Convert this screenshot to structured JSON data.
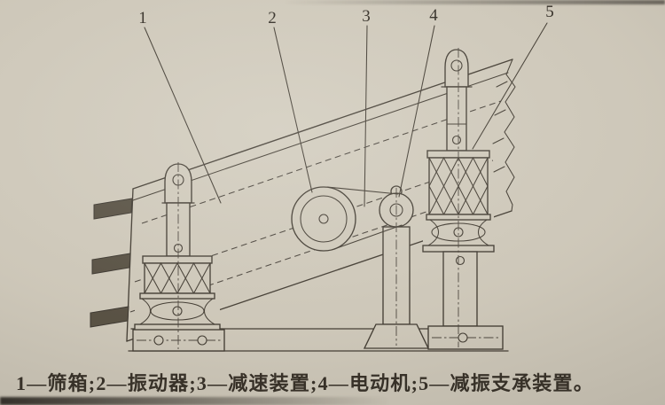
{
  "figure": {
    "part_labels": [
      {
        "num": "1",
        "term": "筛箱"
      },
      {
        "num": "2",
        "term": "振动器"
      },
      {
        "num": "3",
        "term": "减速装置"
      },
      {
        "num": "4",
        "term": "电动机"
      },
      {
        "num": "5",
        "term": "减振支承装置"
      }
    ],
    "caption": "1—筛箱;2—振动器;3—减速装置;4—电动机;5—减振支承装置。"
  },
  "colors": {
    "paper": "#d0cabc",
    "ink": "#403a31"
  }
}
